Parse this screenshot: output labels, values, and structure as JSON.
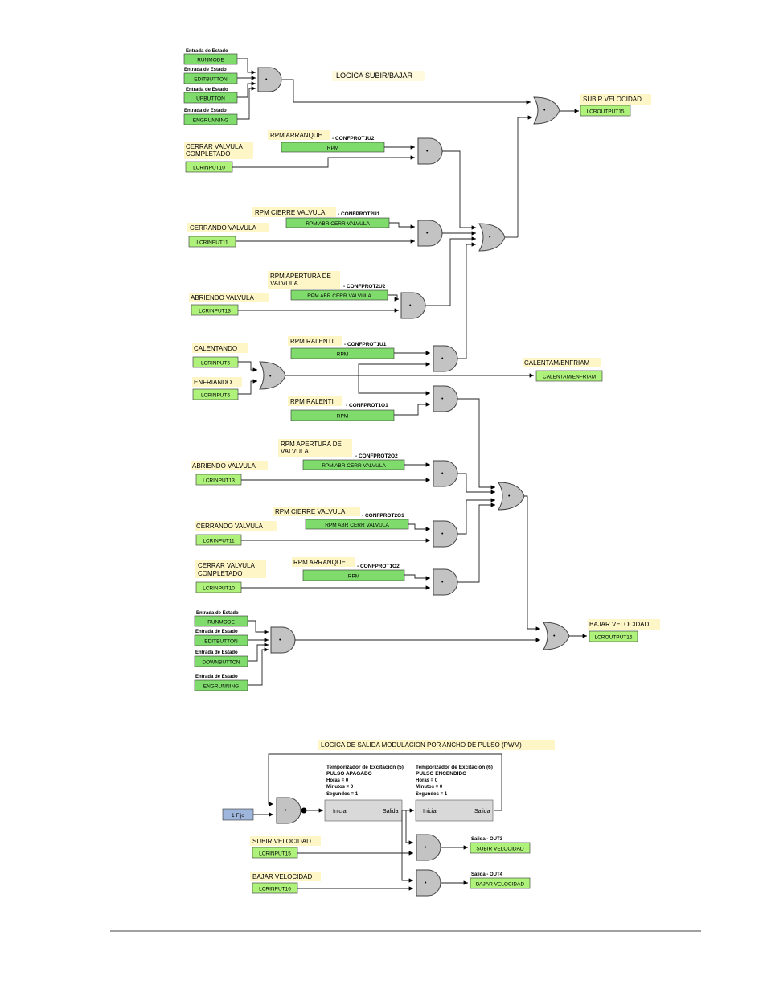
{
  "colors": {
    "input_fill": "#7fdc6c",
    "output_fill": "#aef27c",
    "label_fill": "#fff6c8",
    "gate_fill": "#c3c3c3",
    "fixed_fill": "#9fb6dc",
    "timer_fill": "#d9d9d9"
  },
  "section1": {
    "title": "LOGICA SUBIR/BAJAR",
    "state_label": "Entrada de Estado",
    "runmode": "RUNMODE",
    "editbutton": "EDITBUTTON",
    "upbutton": "UPBUTTON",
    "downbutton": "DOWNBUTTON",
    "engrunning": "ENGRUNNING",
    "subir_velocidad": "SUBIR VELOCIDAD",
    "lcroutput15": "LCROUTPUT15",
    "bajar_velocidad": "BAJAR VELOCIDAD",
    "lcroutput16": "LCROUTPUT16",
    "rpm_arranque": "RPM ARRANQUE",
    "rpm_cierre_valvula": "RPM CIERRE VALVULA",
    "rpm_apertura_l1": "RPM APERTURA DE",
    "rpm_apertura_l2": "VALVULA",
    "rpm_ralenti": "RPM RALENTI",
    "cerrar_l1": "CERRAR VALVULA",
    "cerrar_l2": "COMPLETADO",
    "cerrando": "CERRANDO VALVULA",
    "abriendo": "ABRIENDO VALVULA",
    "calentando": "CALENTANDO",
    "enfriando": "ENFRIANDO",
    "calentam_enfriam": "CALENTAM/ENFRIAM",
    "rpm": "RPM",
    "rpm_abr_cerr": "RPM ABR CERR VALVULA",
    "lcrinput10": "LCRINPUT10",
    "lcrinput11": "LCRINPUT11",
    "lcrinput13": "LCRINPUT13",
    "lcrinput5": "LCRINPUT5",
    "lcrinput6": "LCRINPUT6",
    "confprot1u2": "- CONFPROT1U2",
    "confprot2u1": "- CONFPROT2U1",
    "confprot2u2": "- CONFPROT2U2",
    "confprot1u1": "- CONFPROT1U1",
    "confprot1o1": "- CONFPROT1O1",
    "confprot2o2": "- CONFPROT2O2",
    "confprot2o1": "- CONFPROT2O1",
    "confprot1o2": "- CONFPROT1O2"
  },
  "section2": {
    "title": "LOGICA DE SALIDA MODULACION POR ANCHO DE PULSO (PWM)",
    "fixed": "1 Fijo",
    "timer5_title": "Temporizador de Excitación (5)",
    "timer5_name": "PULSO APAGADO",
    "timer6_title": "Temporizador de Excitación (6)",
    "timer6_name": "PULSO ENCENDIDO",
    "horas": "Horas = 0",
    "minutos": "Minutos = 0",
    "segundos": "Segundos = 1",
    "iniciar": "Iniciar",
    "salida": "Salida",
    "subir_velocidad": "SUBIR VELOCIDAD",
    "bajar_velocidad": "BAJAR VELOCIDAD",
    "lcrinput15": "LCRINPUT15",
    "lcrinput16": "LCRINPUT16",
    "out3_label": "Salida - OUT3",
    "out4_label": "Salida - OUT4"
  }
}
